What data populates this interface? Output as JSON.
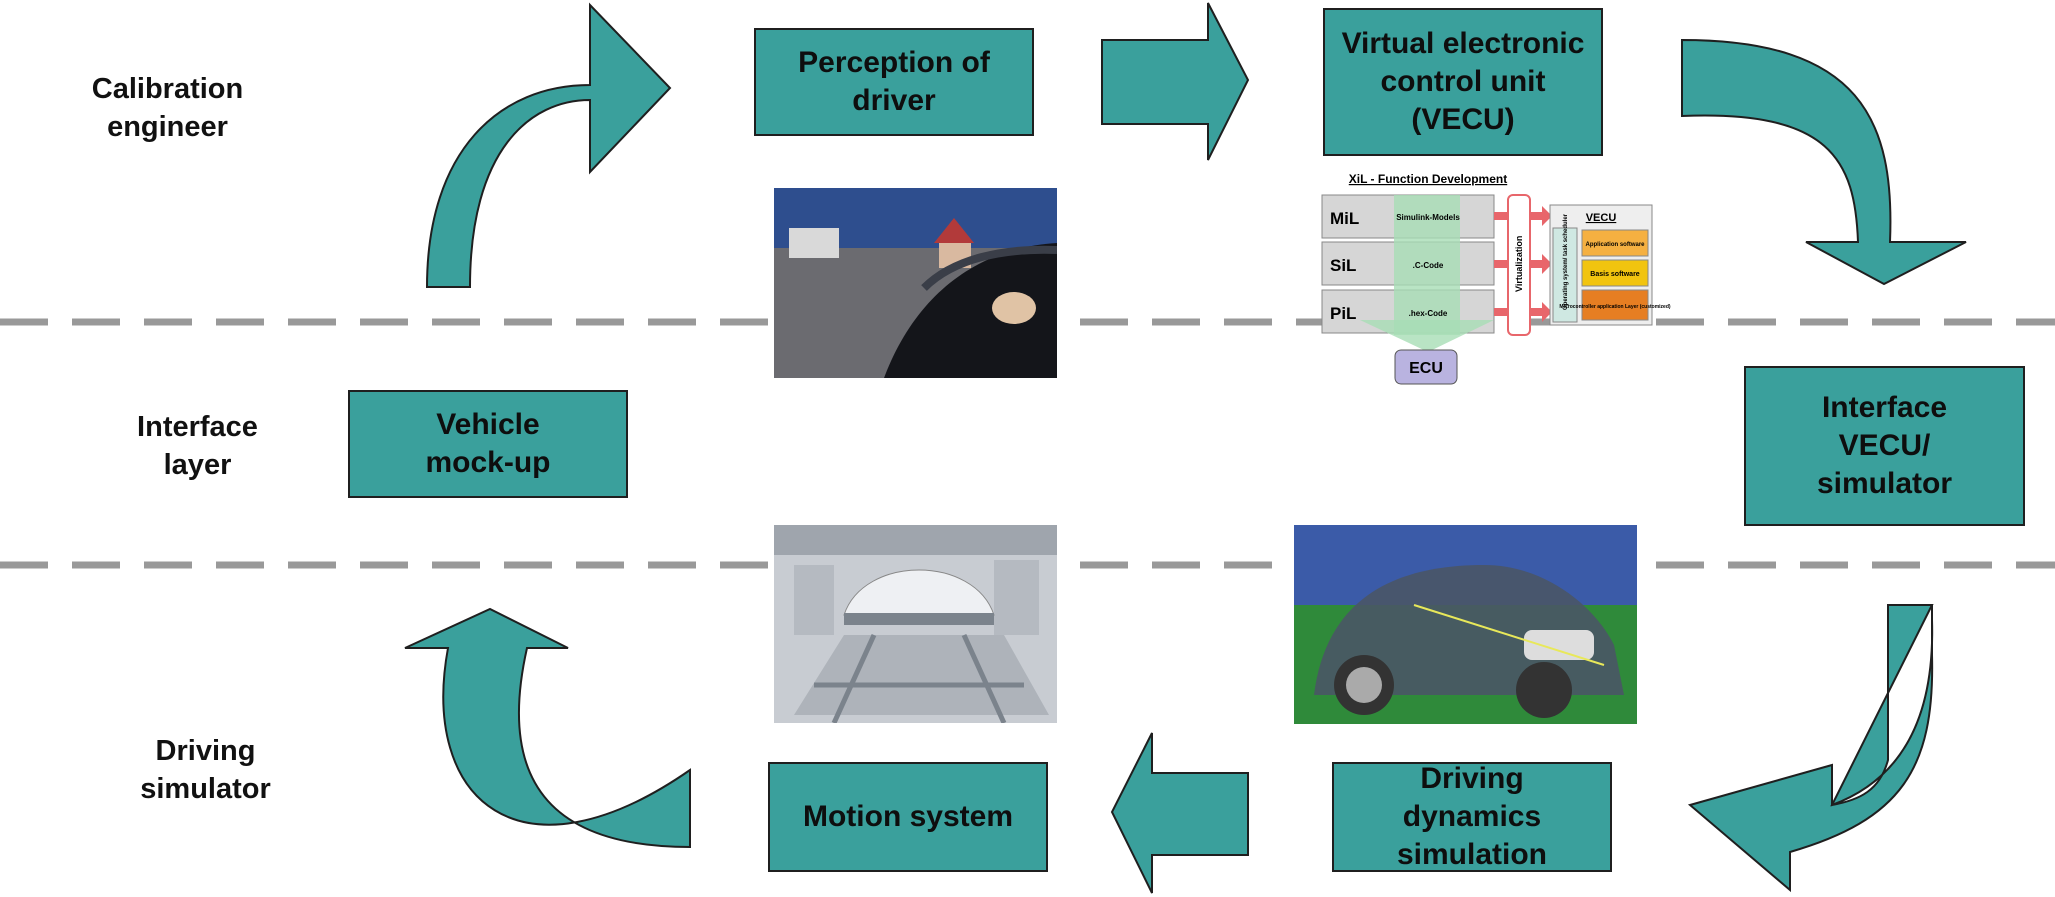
{
  "rows": {
    "top": "Calibration\nengineer",
    "middle": "Interface\nlayer",
    "bottom": "Driving\nsimulator"
  },
  "boxes": {
    "perception": "Perception of\ndriver",
    "vecu": "Virtual electronic\ncontrol unit\n(VECU)",
    "vehicle_mockup": "Vehicle\nmock-up",
    "interface_vecu": "Interface\nVECU/\nsimulator",
    "motion_system": "Motion system",
    "driving_dynamics": "Driving\ndynamics\nsimulation"
  },
  "xil": {
    "title": "XiL - Function Development",
    "rows": [
      {
        "label": "MiL",
        "content": "Simulink-Models"
      },
      {
        "label": "SiL",
        "content": ".C-Code"
      },
      {
        "label": "PiL",
        "content": ".hex-Code"
      }
    ],
    "ecu": "ECU",
    "virtualization": "Virtualization",
    "vecu_title": "VECU",
    "scheduler": "Operating system/ task scheduler",
    "layers": [
      "Application software",
      "Basis software",
      "Microcontroller application Layer (customized)"
    ]
  },
  "colors": {
    "teal": "#3aa09c",
    "dash": "#999999",
    "app_layer": "#f5b041",
    "basis_layer": "#f1c40f",
    "micro_layer": "#e67e22",
    "ecu": "#b9b3e0"
  },
  "photos": [
    "driver-view-photo",
    "vehicle-dashboard-photo",
    "simulator-dome-photo",
    "car-simulation-render-photo"
  ]
}
